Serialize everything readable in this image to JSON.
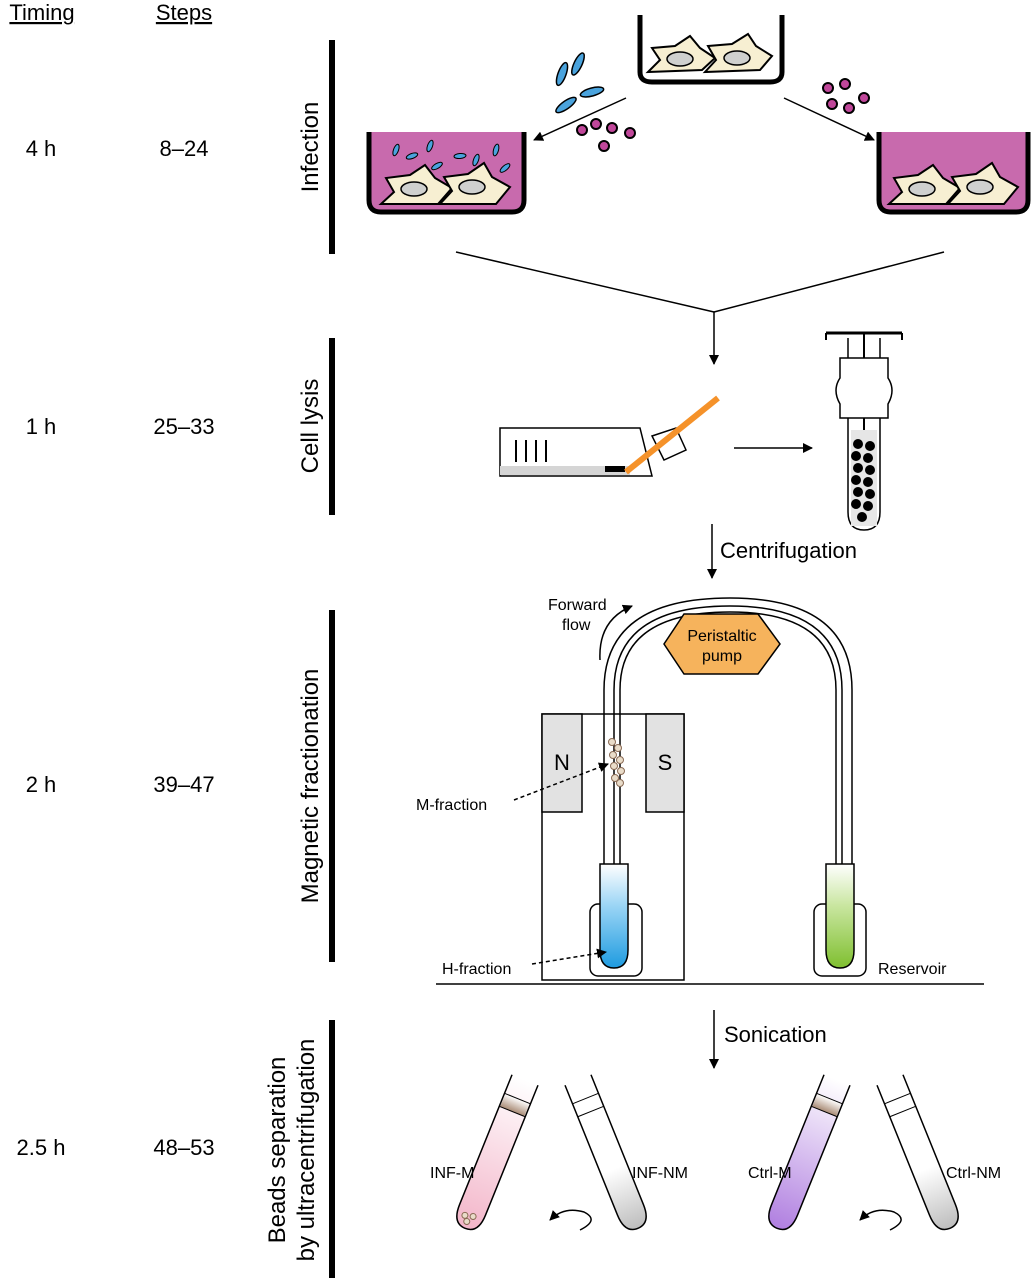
{
  "headers": {
    "timing": "Timing",
    "steps": "Steps"
  },
  "stages": [
    {
      "timing": "4 h",
      "steps": "8–24",
      "label": "Infection"
    },
    {
      "timing": "1 h",
      "steps": "25–33",
      "label": "Cell lysis"
    },
    {
      "timing": "2 h",
      "steps": "39–47",
      "label": "Magnetic fractionation"
    },
    {
      "timing": "2.5 h",
      "steps": "48–53",
      "label_line1": "Beads separation",
      "label_line2": "by ultracentrifugation"
    }
  ],
  "annotations": {
    "centrifugation": "Centrifugation",
    "forward_flow_1": "Forward",
    "forward_flow_2": "flow",
    "pump_line1": "Peristaltic",
    "pump_line2": "pump",
    "magnet_n": "N",
    "magnet_s": "S",
    "m_fraction": "M-fraction",
    "h_fraction": "H-fraction",
    "reservoir": "Reservoir",
    "sonication": "Sonication",
    "tube_inf_m": "INF-M",
    "tube_inf_nm": "INF-NM",
    "tube_ctrl_m": "Ctrl-M",
    "tube_ctrl_nm": "Ctrl-NM"
  },
  "colors": {
    "medium": "#c86aad",
    "cell": "#f7efd2",
    "nucleus": "#cfd0cf",
    "bacteria": "#4aa3dd",
    "bead": "#c0479a",
    "pump": "#f6b35c",
    "laser": "#f5922a",
    "h_fraction": "#3aa9e8",
    "reservoir_fluid": "#8cc63f",
    "magnet": "#e2e2e2",
    "inf_m": "#f3b5c9",
    "ctrl_m": "#b07fe0"
  }
}
